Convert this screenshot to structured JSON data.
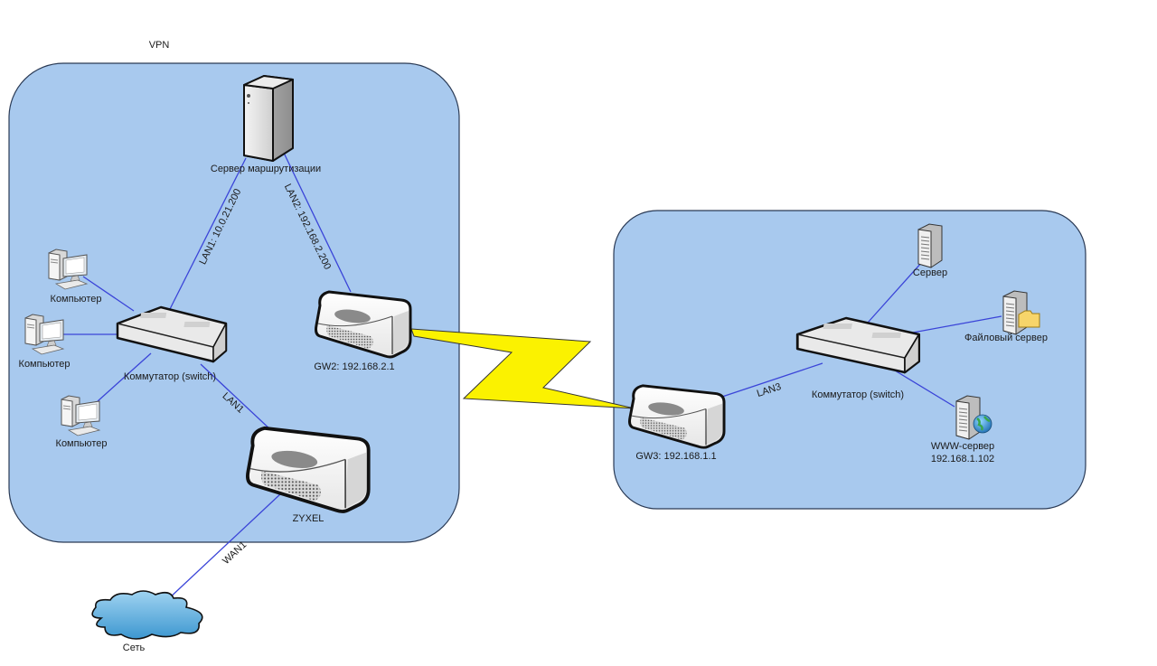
{
  "diagram": {
    "title": "VPN",
    "colors": {
      "zone_fill": "#a8c9ee",
      "zone_stroke": "#2a3a55",
      "link": "#3a44d8",
      "wan_bolt": "#fbf200"
    },
    "zones": [
      {
        "id": "vpn-zone",
        "label": "VPN"
      },
      {
        "id": "remote-zone",
        "label": ""
      }
    ],
    "nodes": {
      "routing_server": {
        "label": "Сервер маршрутизации",
        "icon": "tower-server-icon"
      },
      "switch_left": {
        "label": "Коммутатор (switch)",
        "icon": "switch-icon"
      },
      "pc1": {
        "label": "Компьютер",
        "icon": "desktop-computer-icon"
      },
      "pc2": {
        "label": "Компьютер",
        "icon": "desktop-computer-icon"
      },
      "pc3": {
        "label": "Компьютер",
        "icon": "desktop-computer-icon"
      },
      "gw2": {
        "label": "GW2: 192.168.2.1",
        "icon": "router-icon"
      },
      "zyxel": {
        "label": "ZYXEL",
        "icon": "router-icon"
      },
      "internet": {
        "label": "Сеть",
        "icon": "cloud-icon"
      },
      "gw3": {
        "label": "GW3: 192.168.1.1",
        "icon": "router-icon"
      },
      "switch_right": {
        "label": "Коммутатор (switch)",
        "icon": "switch-icon"
      },
      "server": {
        "label": "Сервер",
        "icon": "server-icon"
      },
      "file_server": {
        "label": "Файловый сервер",
        "icon": "file-server-icon"
      },
      "www_server": {
        "label": "WWW-сервер",
        "ip": "192.168.1.102",
        "icon": "web-server-icon"
      }
    },
    "links": {
      "lan1_server": "LAN1: 10.0.21.200",
      "lan2_server": "LAN2: 192.168.2.200",
      "lan1_zyxel": "LAN1",
      "wan1": "WAN1",
      "lan3": "LAN3"
    }
  }
}
